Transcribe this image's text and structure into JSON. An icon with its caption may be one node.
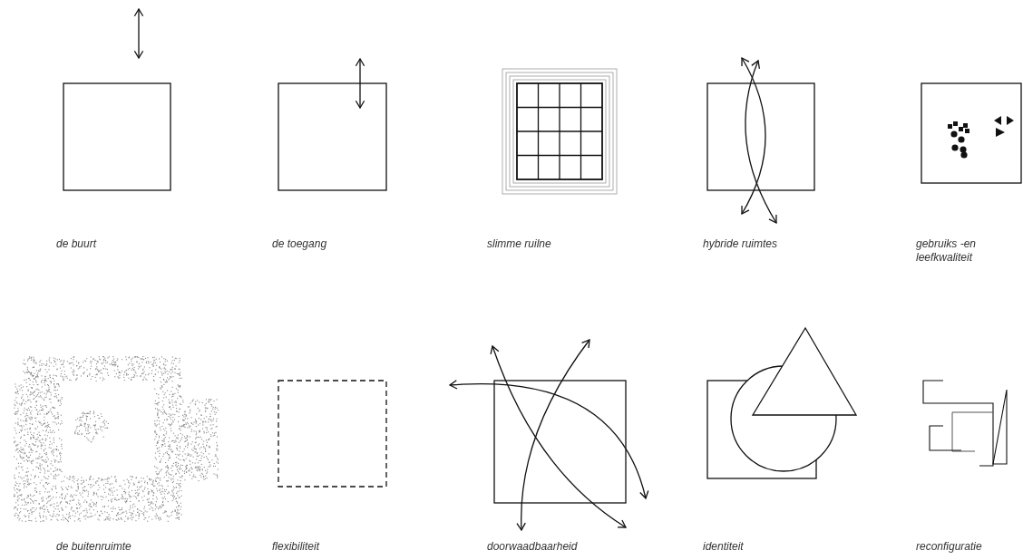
{
  "diagram": {
    "labels": [
      "de buurt",
      "de toegang",
      "slimme ruilne",
      "hybride ruimtes",
      "gebruiks -en leefkwaliteit",
      "de buitenruimte",
      "flexibiliteit",
      "doorwaadbaarheid",
      "identiteit",
      "reconfiguratie"
    ]
  }
}
